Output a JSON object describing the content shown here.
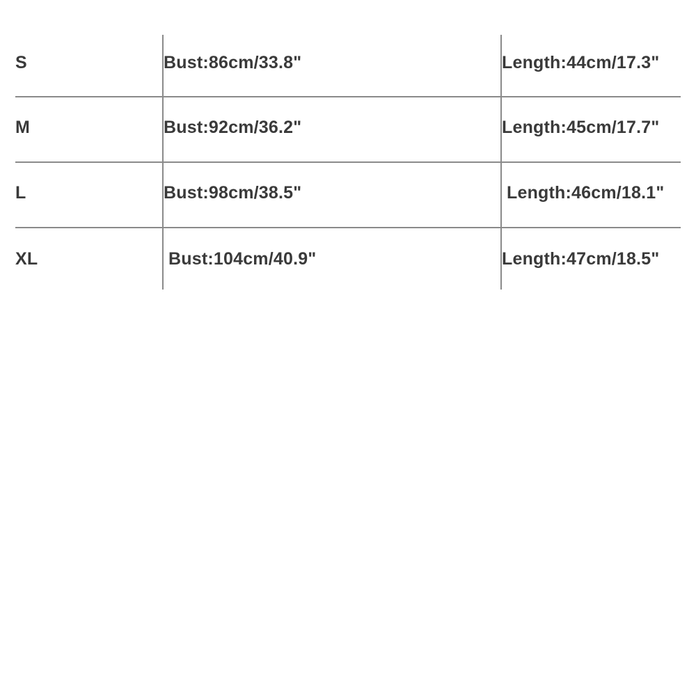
{
  "size_chart": {
    "rows": [
      {
        "size": "S",
        "bust": "Bust:86cm/33.8\"",
        "length": "Length:44cm/17.3\""
      },
      {
        "size": "M",
        "bust": "Bust:92cm/36.2\"",
        "length": "Length:45cm/17.7\""
      },
      {
        "size": "L",
        "bust": "Bust:98cm/38.5\"",
        "length": "Length:46cm/18.1\""
      },
      {
        "size": "XL",
        "bust": "Bust:104cm/40.9\"",
        "length": "Length:47cm/18.5\""
      }
    ]
  },
  "colors": {
    "text": "#3a3a3a",
    "rule": "#8a8a8a",
    "background": "#ffffff"
  }
}
